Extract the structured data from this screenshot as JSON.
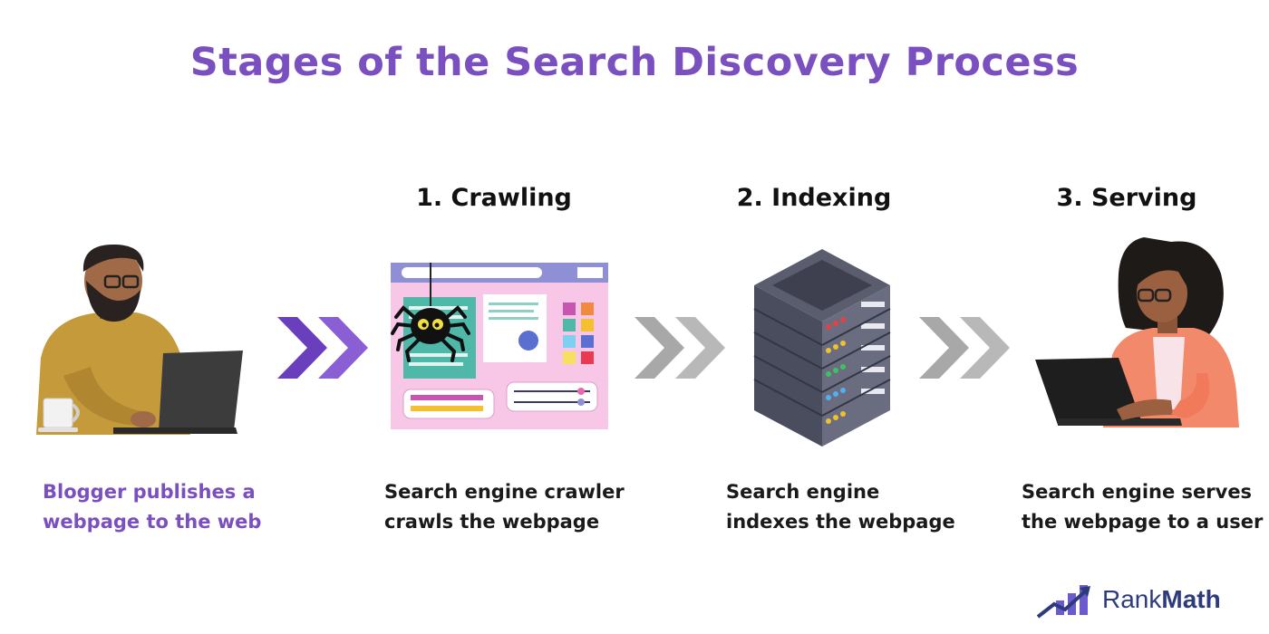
{
  "title": "Stages of the Search Discovery Process",
  "stages": [
    {
      "label": "1. Crawling"
    },
    {
      "label": "2. Indexing"
    },
    {
      "label": "3. Serving"
    }
  ],
  "captions": {
    "blogger": [
      "Blogger publishes a",
      "webpage to the web"
    ],
    "crawling": [
      "Search engine crawler",
      "crawls the webpage"
    ],
    "indexing": [
      "Search engine",
      "indexes the webpage"
    ],
    "serving": [
      "Search engine serves",
      "the webpage to a user"
    ]
  },
  "logo": {
    "part1": "Rank",
    "part2": "Math"
  },
  "colors": {
    "accent": "#7a4fc0",
    "arrow_gray": "#aaaaaa",
    "logo": "#2d3b7c"
  },
  "icons": [
    "blogger-illustration",
    "chevron-arrow-icon",
    "spider-webpage-illustration",
    "server-stack-illustration",
    "user-with-laptop-illustration",
    "rankmath-logo-icon"
  ]
}
